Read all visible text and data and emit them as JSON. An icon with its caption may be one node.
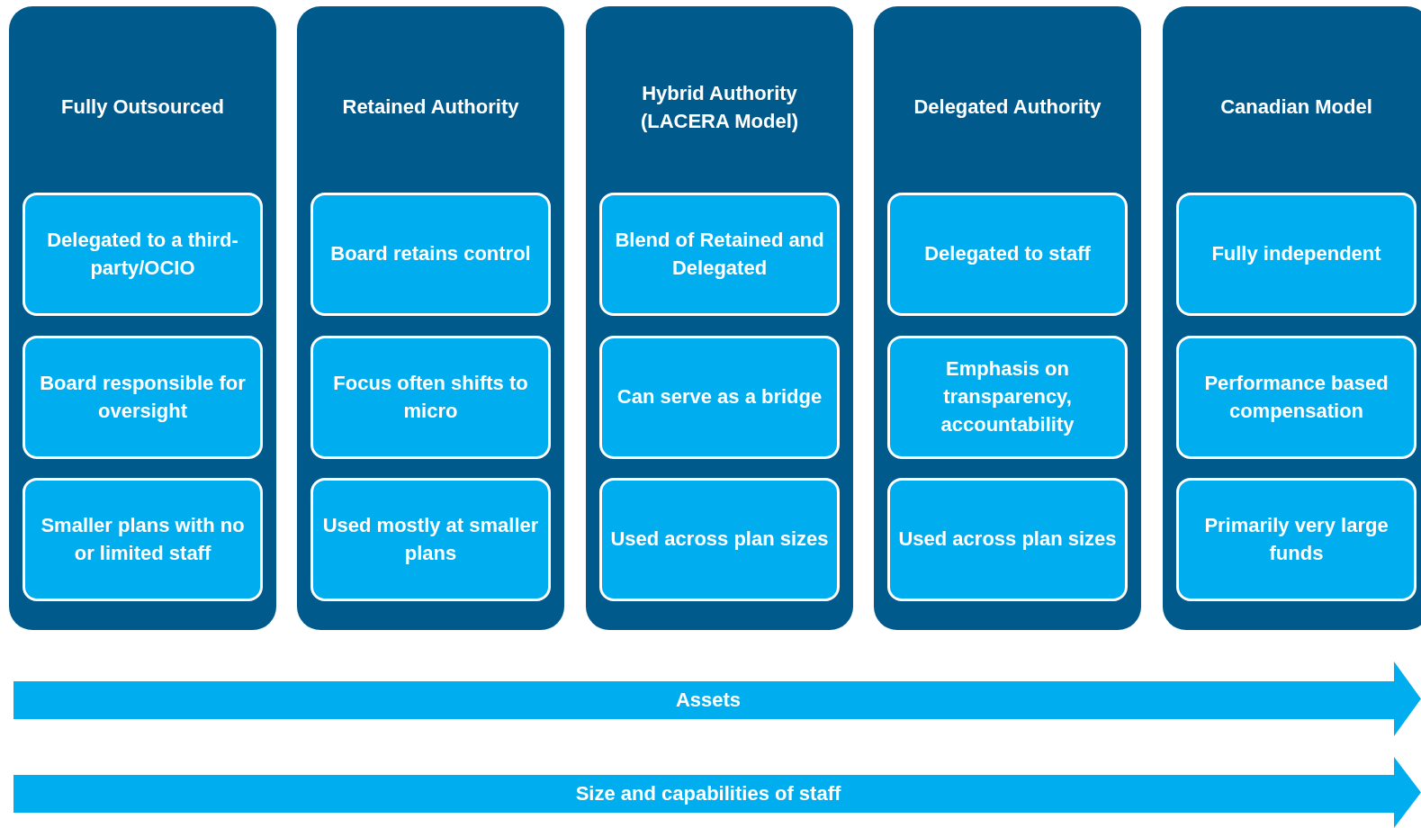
{
  "diagram": {
    "nodes": [
      {
        "text": [
          "Fully Outsourced"
        ]
      },
      {
        "text": [
          "Delegated to a third-party/OCIO"
        ],
        "in": 0
      },
      {
        "text": [
          "Board responsible for oversight"
        ],
        "in": 0
      },
      {
        "text": [
          "Smaller plans with no or limited staff"
        ],
        "in": 0
      },
      {
        "text": [
          "Retained Authority"
        ]
      },
      {
        "text": [
          "Board retains control"
        ],
        "in": 4
      },
      {
        "text": [
          "Focus often shifts to micro"
        ],
        "in": 4
      },
      {
        "text": [
          "Used mostly at smaller plans"
        ],
        "in": 4
      },
      {
        "text": [
          "Hybrid Authority (LACERA Model)"
        ]
      },
      {
        "text": [
          "Blend of Retained and Delegated"
        ],
        "in": 8
      },
      {
        "text": [
          "Can serve as a bridge"
        ],
        "in": 8
      },
      {
        "text": [
          "Used across plan sizes"
        ],
        "in": 8
      },
      {
        "text": [
          "Delegated Authority"
        ]
      },
      {
        "text": [
          "Delegated to staff"
        ],
        "in": 12
      },
      {
        "text": [
          "Emphasis on transparency, accountability"
        ],
        "in": 12
      },
      {
        "text": [
          "Used across plan sizes"
        ],
        "in": 12
      },
      {
        "text": [
          "Canadian Model"
        ]
      },
      {
        "text": [
          "Fully independent"
        ],
        "in": 16
      },
      {
        "text": [
          "Performance based compensation"
        ],
        "in": 16
      },
      {
        "text": [
          "Primarily very large funds"
        ],
        "in": 16
      },
      {
        "text": [
          "Assets"
        ]
      },
      {
        "text": [
          "Size and capabilities of staff"
        ]
      }
    ]
  }
}
